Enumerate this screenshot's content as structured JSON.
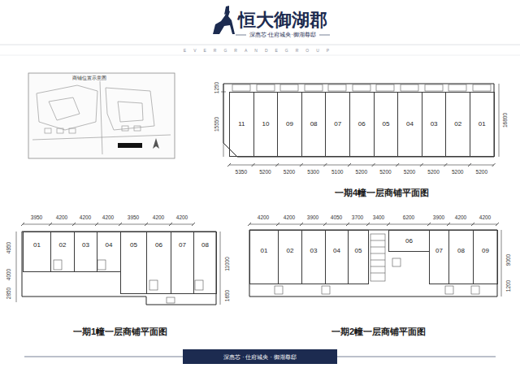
{
  "diagram": {
    "title": "恒大御湖郡",
    "nodes": [
      {
        "text": [
          "11"
        ]
      },
      {
        "text": [
          "10"
        ]
      },
      {
        "text": [
          "09"
        ]
      },
      {
        "text": [
          "08"
        ]
      },
      {
        "text": [
          "07"
        ]
      },
      {
        "text": [
          "06"
        ]
      },
      {
        "text": [
          "05"
        ]
      },
      {
        "text": [
          "04"
        ]
      },
      {
        "text": [
          "03"
        ]
      },
      {
        "text": [
          "02"
        ]
      },
      {
        "text": [
          "01"
        ]
      },
      {
        "text": [
          "01"
        ]
      },
      {
        "text": [
          "02"
        ]
      },
      {
        "text": [
          "03"
        ]
      },
      {
        "text": [
          "04"
        ]
      },
      {
        "text": [
          "05"
        ]
      },
      {
        "text": [
          "06"
        ]
      },
      {
        "text": [
          "07"
        ]
      },
      {
        "text": [
          "08"
        ]
      },
      {
        "text": [
          "01"
        ]
      },
      {
        "text": [
          "02"
        ]
      },
      {
        "text": [
          "03"
        ]
      },
      {
        "text": [
          "04"
        ]
      },
      {
        "text": [
          "05"
        ]
      },
      {
        "text": [
          "06"
        ]
      },
      {
        "text": [
          "07"
        ]
      },
      {
        "text": [
          "08"
        ]
      },
      {
        "text": [
          "09"
        ]
      }
    ],
    "labels": [
      "深惠芯·仕府城央·御湖尊邸",
      "EVERGRANDEGROUP",
      "商铺位置示意图",
      "1250",
      "15550",
      "16800",
      "5350",
      "5200",
      "5200",
      "5300",
      "5100",
      "5200",
      "5200",
      "5200",
      "5200",
      "5200",
      "5200",
      "一期4幢一层商铺平面图",
      "3950",
      "4200",
      "4200",
      "4200",
      "3950",
      "4200",
      "4200",
      "4950",
      "4000",
      "2850",
      "11000",
      "1650",
      "一期1幢一层商铺平面图",
      "4200",
      "4200",
      "3900",
      "4050",
      "3700",
      "3400",
      "6200",
      "3900",
      "4200",
      "4200",
      "9000",
      "1200",
      "一期2幢一层商铺平面图",
      "深惠芯 · 仕府城央 · 御湖尊邸"
    ]
  }
}
